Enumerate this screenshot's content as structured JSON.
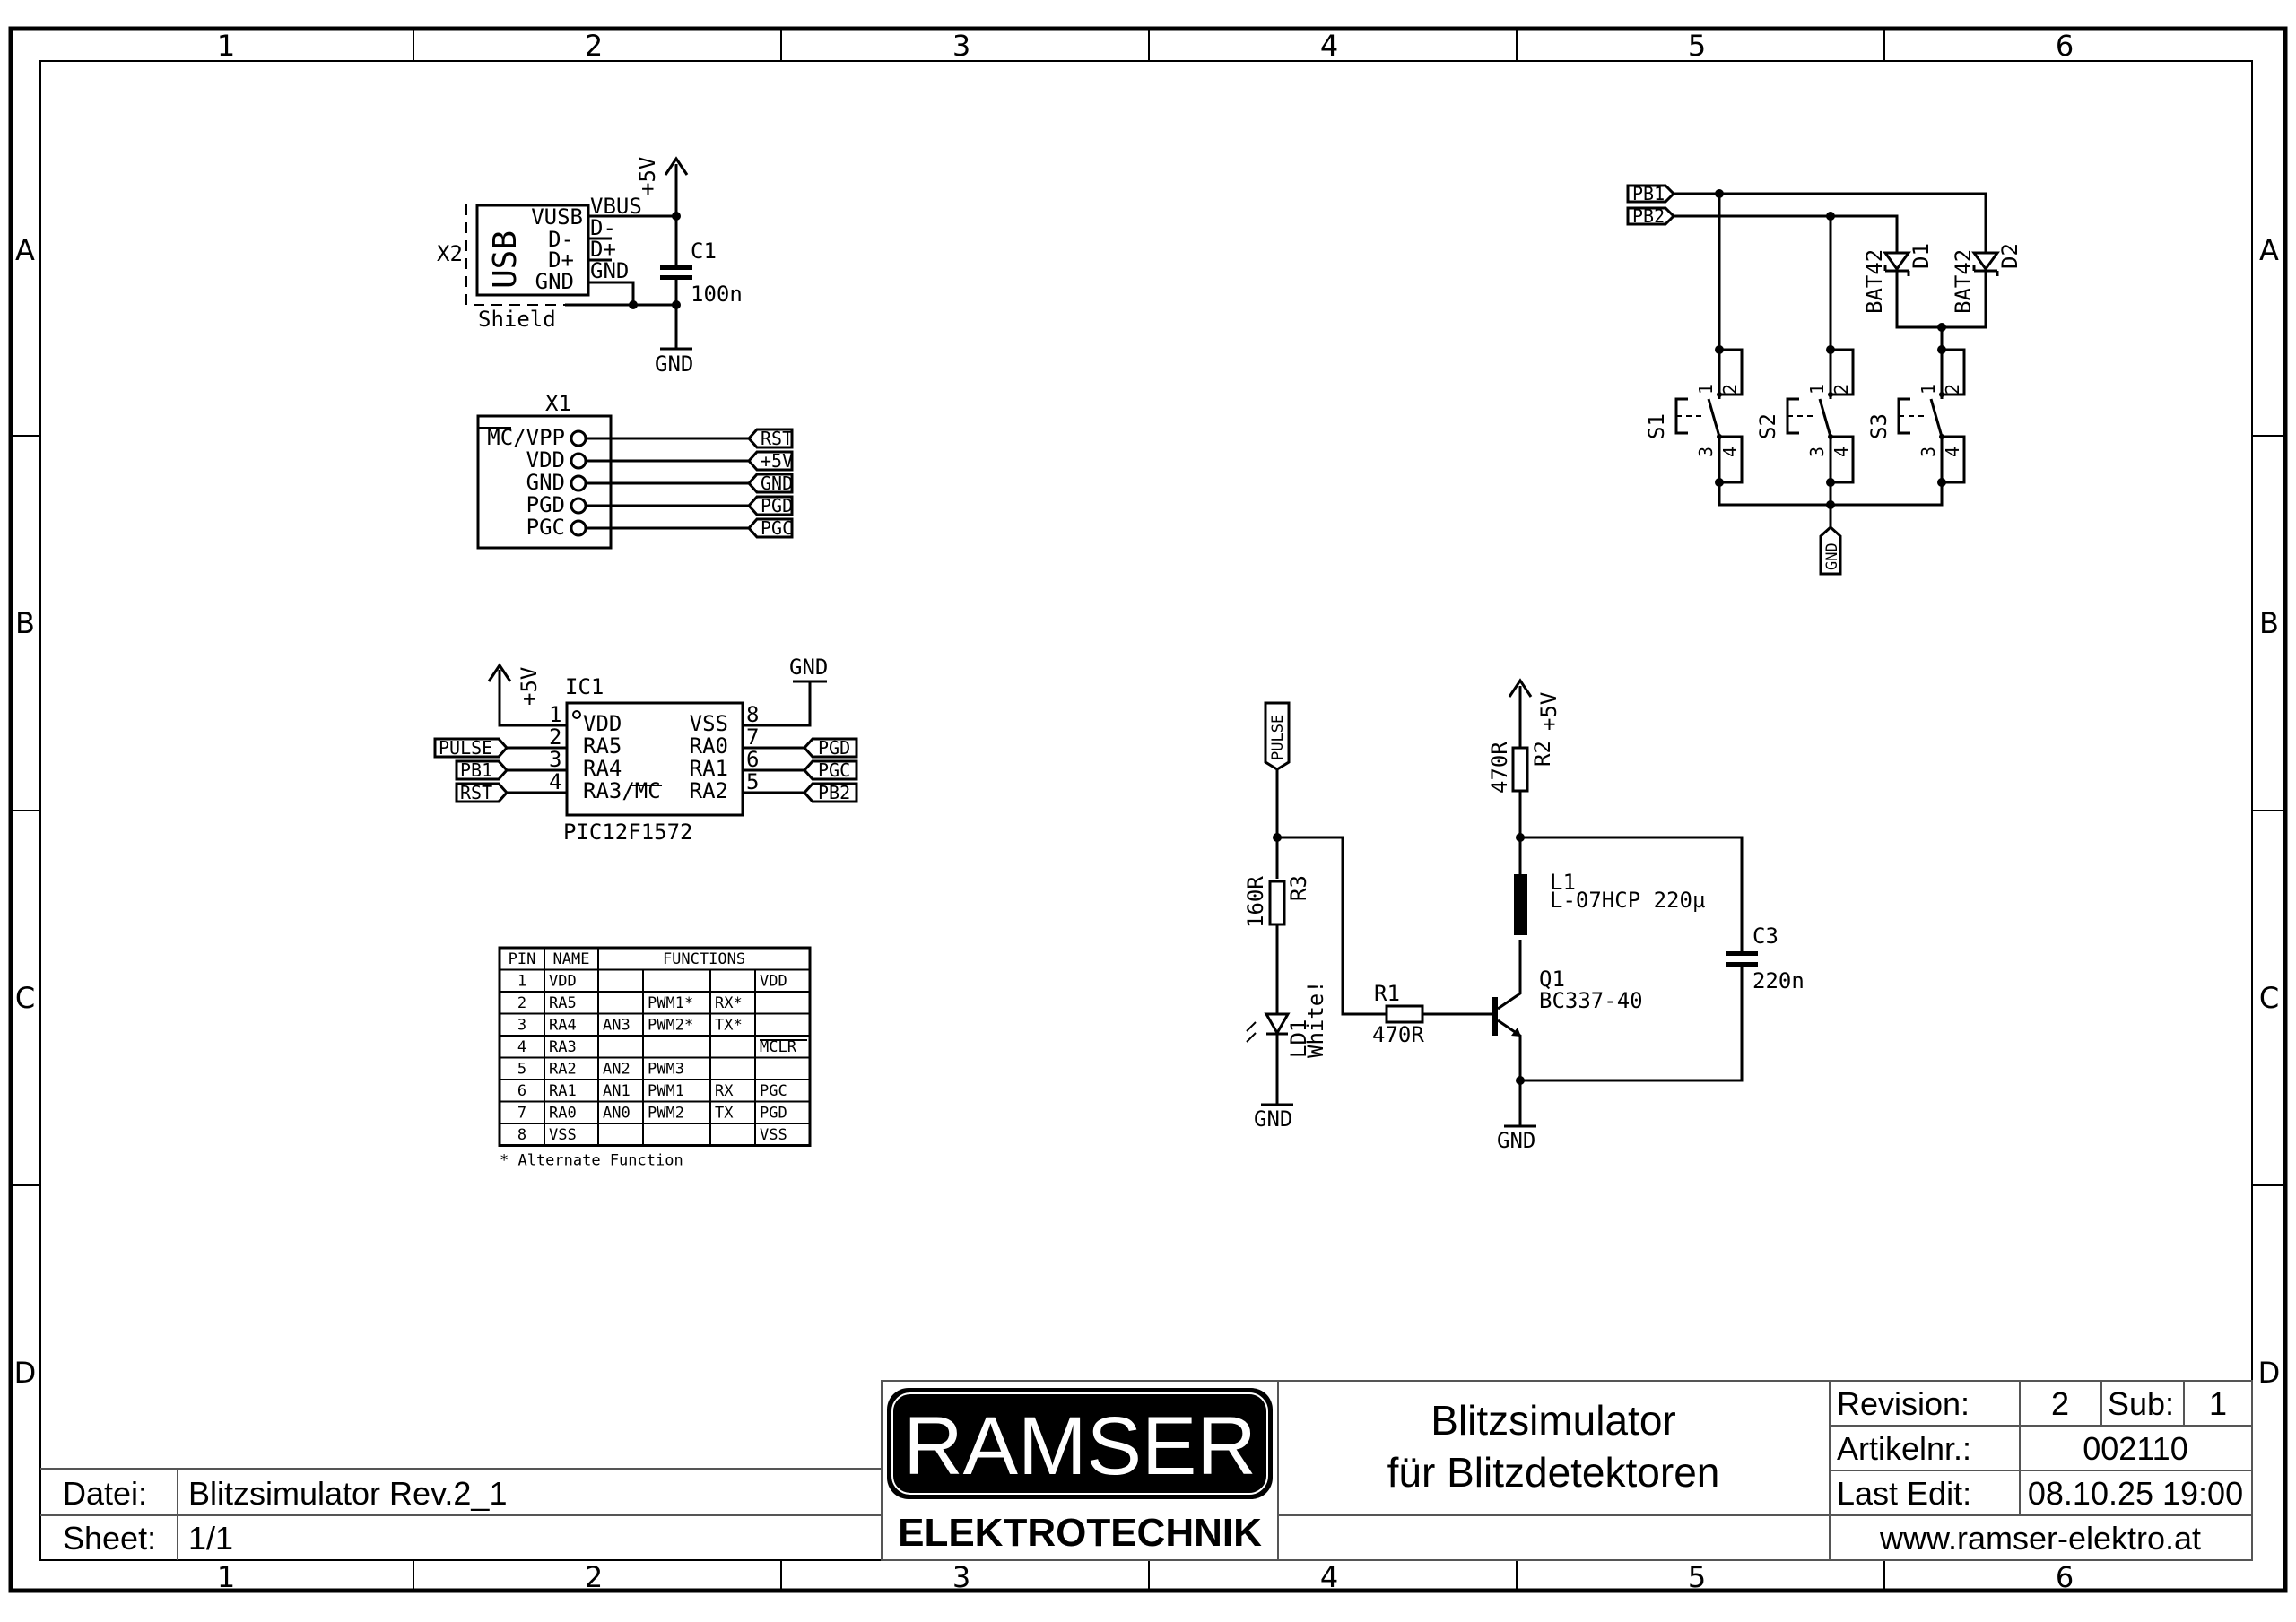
{
  "frame": {
    "columns": [
      "1",
      "2",
      "3",
      "4",
      "5",
      "6"
    ],
    "rows": [
      "A",
      "B",
      "C",
      "D"
    ]
  },
  "usb": {
    "ref": "X2",
    "body": "USB",
    "pins": [
      "VUSB",
      "D-",
      "D+",
      "GND"
    ],
    "nets": [
      "VBUS",
      "D-",
      "D+",
      "GND"
    ],
    "shield": "Shield",
    "supply": "+5V",
    "ground": "GND",
    "cap_ref": "C1",
    "cap_value": "100n"
  },
  "programmer": {
    "ref": "X1",
    "pins": [
      "MC/VPP",
      "VDD",
      "GND",
      "PGD",
      "PGC"
    ],
    "labels": [
      "RST",
      "+5V",
      "GND",
      "PGD",
      "PGC"
    ]
  },
  "ic": {
    "ref": "IC1",
    "part": "PIC12F1572",
    "supply": "+5V",
    "ground": "GND",
    "left_pins": [
      {
        "num": "1",
        "name": "VDD",
        "net": ""
      },
      {
        "num": "2",
        "name": "RA5",
        "net": "PULSE"
      },
      {
        "num": "3",
        "name": "RA4",
        "net": "PB1"
      },
      {
        "num": "4",
        "name": "RA3/MC",
        "net": "RST"
      }
    ],
    "right_pins": [
      {
        "num": "8",
        "name": "VSS",
        "net": ""
      },
      {
        "num": "7",
        "name": "RA0",
        "net": "PGD"
      },
      {
        "num": "6",
        "name": "RA1",
        "net": "PGC"
      },
      {
        "num": "5",
        "name": "RA2",
        "net": "PB2"
      }
    ]
  },
  "pin_table": {
    "headers": [
      "PIN",
      "NAME",
      "FUNCTIONS"
    ],
    "rows": [
      [
        "1",
        "VDD",
        "",
        "",
        "",
        "VDD"
      ],
      [
        "2",
        "RA5",
        "",
        "PWM1*",
        "RX*",
        ""
      ],
      [
        "3",
        "RA4",
        "AN3",
        "PWM2*",
        "TX*",
        ""
      ],
      [
        "4",
        "RA3",
        "",
        "",
        "",
        "MCLR"
      ],
      [
        "5",
        "RA2",
        "AN2",
        "PWM3",
        "",
        ""
      ],
      [
        "6",
        "RA1",
        "AN1",
        "PWM1",
        "RX",
        "PGC"
      ],
      [
        "7",
        "RA0",
        "AN0",
        "PWM2",
        "TX",
        "PGD"
      ],
      [
        "8",
        "VSS",
        "",
        "",
        "",
        "VSS"
      ]
    ],
    "footnote": "* Alternate Function"
  },
  "buttons": {
    "nets": [
      "PB1",
      "PB2"
    ],
    "diodes": [
      {
        "ref": "D1",
        "value": "BAT42"
      },
      {
        "ref": "D2",
        "value": "BAT42"
      }
    ],
    "switches": [
      "S1",
      "S2",
      "S3"
    ],
    "pin_nums": [
      "1",
      "2",
      "3",
      "4"
    ],
    "ground": "GND"
  },
  "driver": {
    "input": "PULSE",
    "r3_ref": "R3",
    "r3_value": "160R",
    "led_ref": "LD1",
    "led_value": "White!",
    "r1_ref": "R1",
    "r1_value": "470R",
    "r2_ref": "R2",
    "r2_value": "470R",
    "supply": "+5V",
    "l1_ref": "L1",
    "l1_value": "L-07HCP 220µ",
    "q1_ref": "Q1",
    "q1_value": "BC337-40",
    "c3_ref": "C3",
    "c3_value": "220n",
    "ground": "GND"
  },
  "title_block": {
    "file_label": "Datei:",
    "file_value": "Blitzsimulator Rev.2_1",
    "sheet_label": "Sheet:",
    "sheet_value": "1/1",
    "logo_main": "RAMSER",
    "logo_sub": "ELEKTROTECHNIK",
    "title_line1": "Blitzsimulator",
    "title_line2": "für Blitzdetektoren",
    "revision_label": "Revision:",
    "revision_value": "2",
    "sub_label": "Sub:",
    "sub_value": "1",
    "article_label": "Artikelnr.:",
    "article_value": "002110",
    "last_edit_label": "Last Edit:",
    "last_edit_value": "08.10.25 19:00",
    "website": "www.ramser-elektro.at"
  }
}
